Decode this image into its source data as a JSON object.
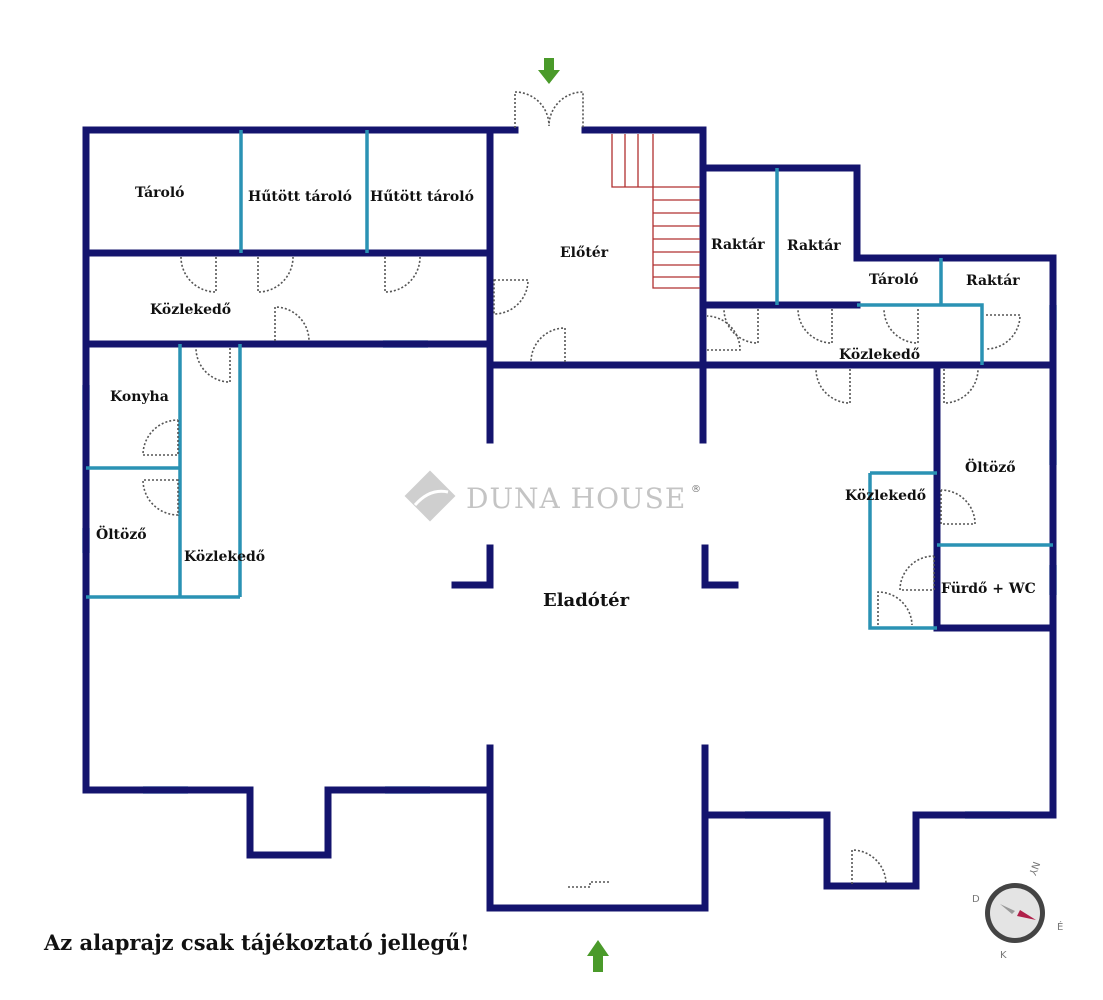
{
  "colors": {
    "wall": "#14146e",
    "partition": "#2a92b4",
    "window": "#b8d4e8",
    "stairs": "#b03030",
    "arrow": "#4a9a2a"
  },
  "rooms": {
    "taroló_1": "Tároló",
    "hutott_1": "Hűtött tároló",
    "hutott_2": "Hűtött tároló",
    "eloter": "Előtér",
    "raktar_1": "Raktár",
    "raktar_2": "Raktár",
    "taroló_2": "Tároló",
    "raktar_3": "Raktár",
    "kozlekedo_1": "Közlekedő",
    "kozlekedo_2": "Közlekedő",
    "kozlekedo_3": "Közlekedő",
    "kozlekedo_4": "Közlekedő",
    "konyha": "Konyha",
    "oltozo_1": "Öltöző",
    "oltozo_2": "Öltöző",
    "furdo": "Fürdő + WC",
    "eladoter": "Eladótér"
  },
  "logo": {
    "text": "DUNA HOUSE",
    "mark": "®"
  },
  "compass": {
    "n": "NY",
    "w": "D",
    "s": "K",
    "e": "É"
  },
  "note": "Az alaprajz csak tájékoztató jellegű!",
  "icons": {
    "entrance_top": "arrow-down-icon",
    "entrance_bottom": "arrow-up-icon",
    "compass": "compass-icon"
  }
}
